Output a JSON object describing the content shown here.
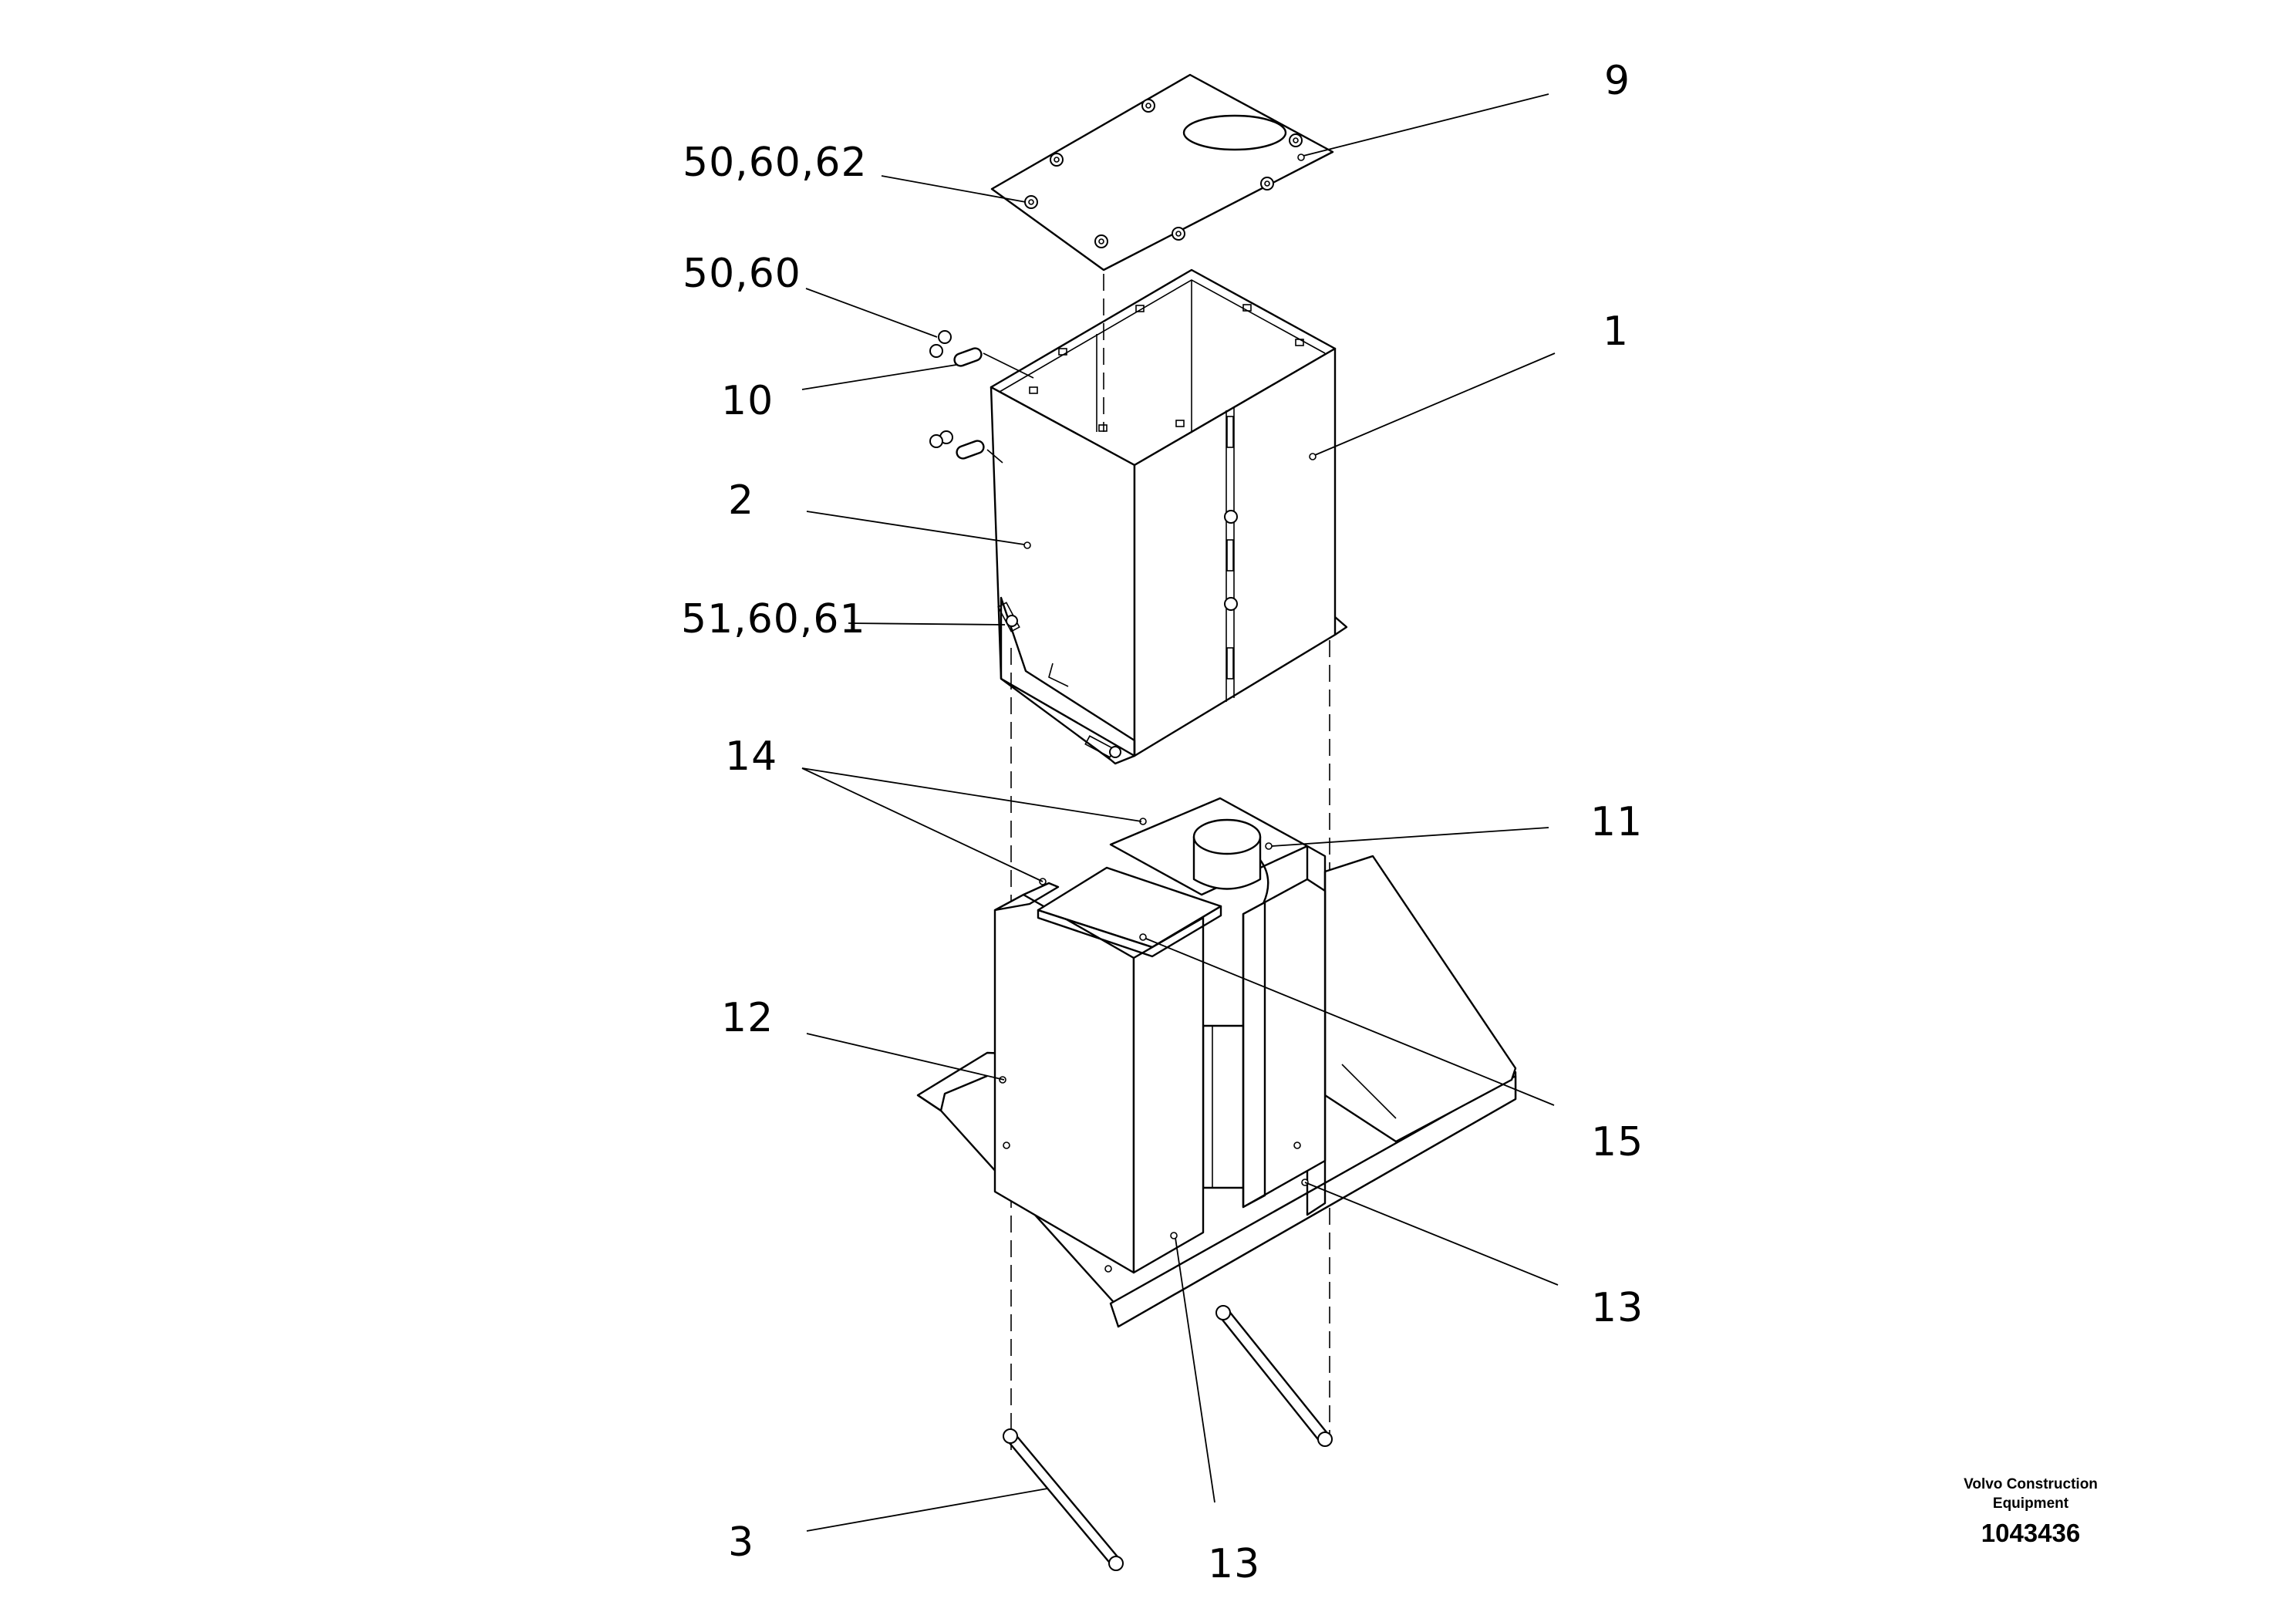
{
  "diagram": {
    "labels": {
      "l9": "9",
      "l50_60_62": "50,60,62",
      "l50_60": "50,60",
      "l1": "1",
      "l10": "10",
      "l2": "2",
      "l51_60_61": "51,60,61",
      "l14": "14",
      "l11": "11",
      "l12": "12",
      "l15": "15",
      "l13a": "13",
      "l13b": "13",
      "l3": "3"
    }
  },
  "brand": {
    "line1": "Volvo Construction",
    "line2": "Equipment",
    "code": "1043436"
  }
}
